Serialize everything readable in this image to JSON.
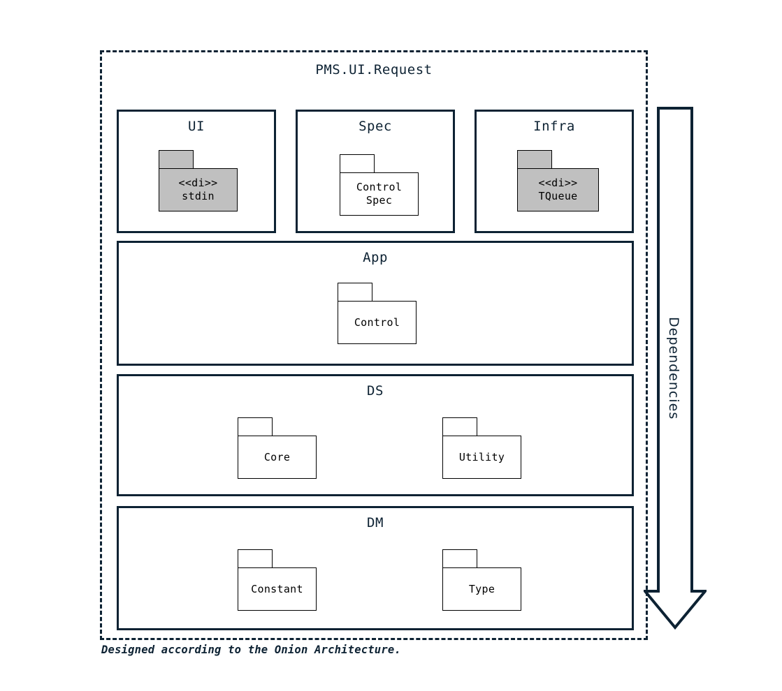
{
  "diagram": {
    "title": "PMS.UI.Request",
    "caption": "Designed according to the Onion Architecture.",
    "accent_color": "#0d2233",
    "di_fill_color": "#c0c0c0",
    "background_color": "#ffffff"
  },
  "dependencies_arrow": {
    "label": "Dependencies",
    "direction": "down"
  },
  "layers": [
    {
      "name": "UI",
      "packages": [
        {
          "stereotype": "<<di>>",
          "label": "stdin",
          "style": "di"
        }
      ]
    },
    {
      "name": "Spec",
      "packages": [
        {
          "stereotype": "",
          "label_line1": "Control",
          "label_line2": "Spec",
          "style": "plain"
        }
      ]
    },
    {
      "name": "Infra",
      "packages": [
        {
          "stereotype": "<<di>>",
          "label": "TQueue",
          "style": "di"
        }
      ]
    },
    {
      "name": "App",
      "packages": [
        {
          "stereotype": "",
          "label": "Control",
          "style": "plain"
        }
      ]
    },
    {
      "name": "DS",
      "packages": [
        {
          "stereotype": "",
          "label": "Core",
          "style": "plain"
        },
        {
          "stereotype": "",
          "label": "Utility",
          "style": "plain"
        }
      ]
    },
    {
      "name": "DM",
      "packages": [
        {
          "stereotype": "",
          "label": "Constant",
          "style": "plain"
        },
        {
          "stereotype": "",
          "label": "Type",
          "style": "plain"
        }
      ]
    }
  ]
}
